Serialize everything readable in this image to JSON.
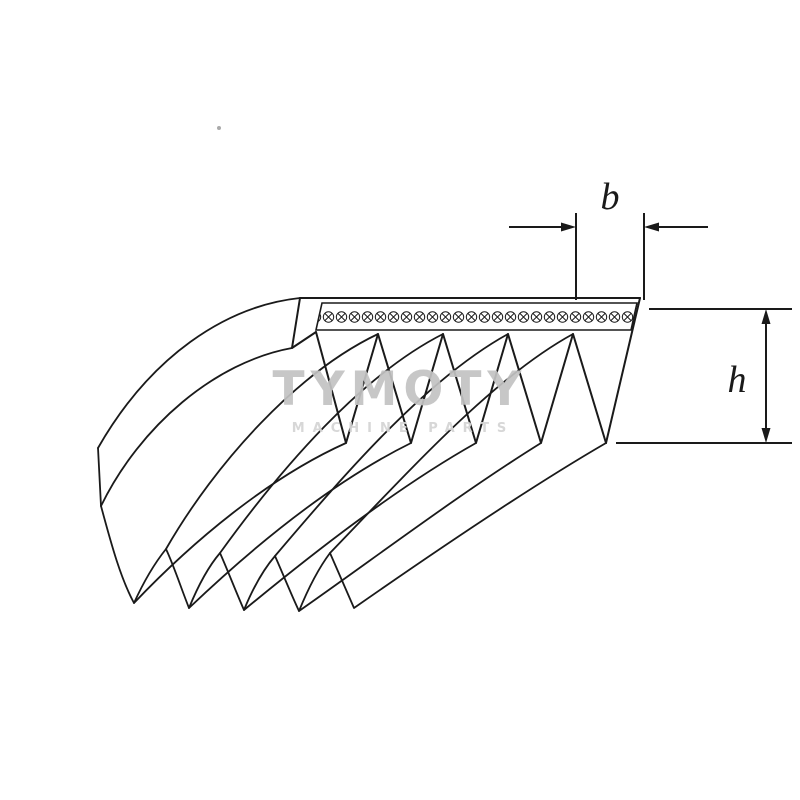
{
  "figure": {
    "background": "#ffffff",
    "line_color": "#1a1a1a",
    "dimension_b": {
      "label": "b"
    },
    "dimension_h": {
      "label": "h"
    },
    "watermark": {
      "brand": "TYMOTY",
      "tagline": "MACHINE PARTS",
      "brand_color": "#c3c3c3",
      "tagline_color": "#d5d5d5"
    }
  }
}
